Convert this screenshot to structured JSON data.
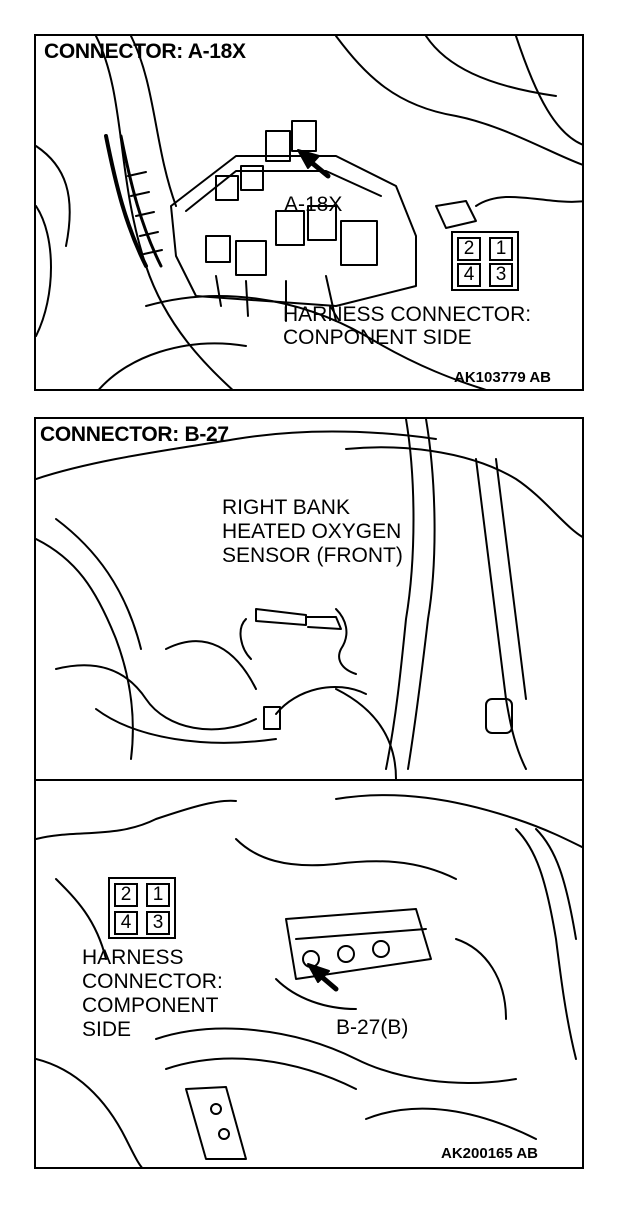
{
  "panels": [
    {
      "title": "CONNECTOR: A-18X",
      "callout": "A-18X",
      "pins": [
        "2",
        "1",
        "4",
        "3"
      ],
      "harness_label": [
        "HARNESS CONNECTOR:",
        "CONPONENT SIDE"
      ],
      "figure_code": "AK103779 AB"
    },
    {
      "title": "CONNECTOR: B-27",
      "sensor_label": [
        "RIGHT BANK",
        "HEATED OXYGEN",
        "SENSOR (FRONT)"
      ],
      "pins": [
        "2",
        "1",
        "4",
        "3"
      ],
      "harness_label": [
        "HARNESS",
        "CONNECTOR:",
        "COMPONENT",
        "SIDE"
      ],
      "callout": "B-27(B)",
      "figure_code": "AK200165 AB"
    }
  ]
}
